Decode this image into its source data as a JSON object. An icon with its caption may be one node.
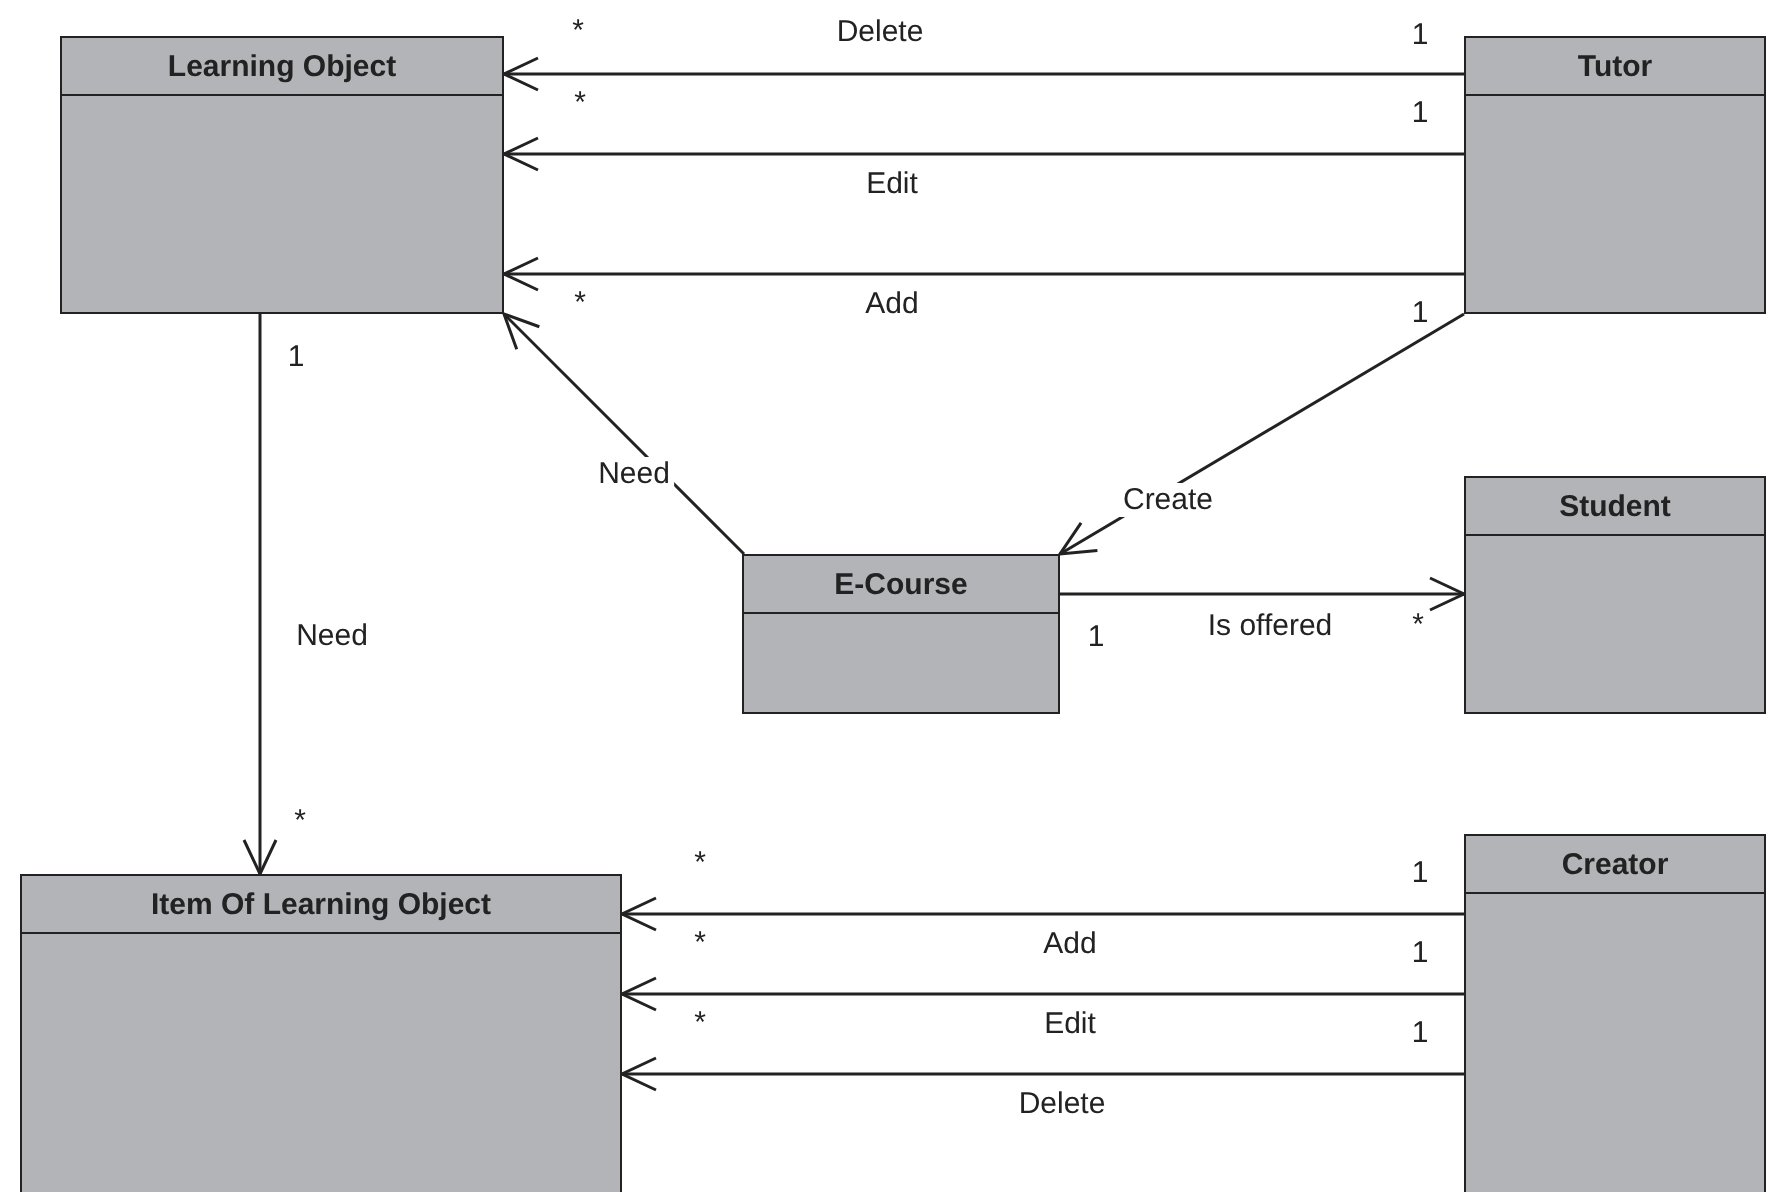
{
  "diagram": {
    "nodes": [
      {
        "text": [
          "Learning Object"
        ]
      },
      {
        "text": [
          "Tutor"
        ]
      },
      {
        "text": [
          "Student"
        ]
      },
      {
        "text": [
          "E-Course"
        ]
      },
      {
        "text": [
          "Item Of Learning Object"
        ]
      },
      {
        "text": [
          "Creator"
        ]
      }
    ],
    "edges": [
      {
        "from": 1,
        "to": 0,
        "arrow": "to",
        "label": "Delete"
      },
      {
        "from": 1,
        "to": 0,
        "arrow": "to",
        "label": "Edit"
      },
      {
        "from": 1,
        "to": 0,
        "arrow": "to",
        "label": "Add"
      },
      {
        "from": 3,
        "to": 0,
        "arrow": "to",
        "label": "Need"
      },
      {
        "from": 1,
        "to": 3,
        "arrow": "to",
        "label": "Create"
      },
      {
        "from": 3,
        "to": 2,
        "arrow": "to",
        "label": "Is offered"
      },
      {
        "from": 0,
        "to": 4,
        "arrow": "to",
        "label": "Need"
      },
      {
        "from": 5,
        "to": 4,
        "arrow": "to",
        "label": "Add"
      },
      {
        "from": 5,
        "to": 4,
        "arrow": "to",
        "label": "Edit"
      },
      {
        "from": 5,
        "to": 4,
        "arrow": "to",
        "label": "Delete"
      }
    ],
    "labels": [
      "*",
      "1",
      "*",
      "1",
      "*",
      "1",
      "1",
      "1",
      "*",
      "*",
      "*",
      "1",
      "*",
      "1",
      "*",
      "1"
    ]
  }
}
